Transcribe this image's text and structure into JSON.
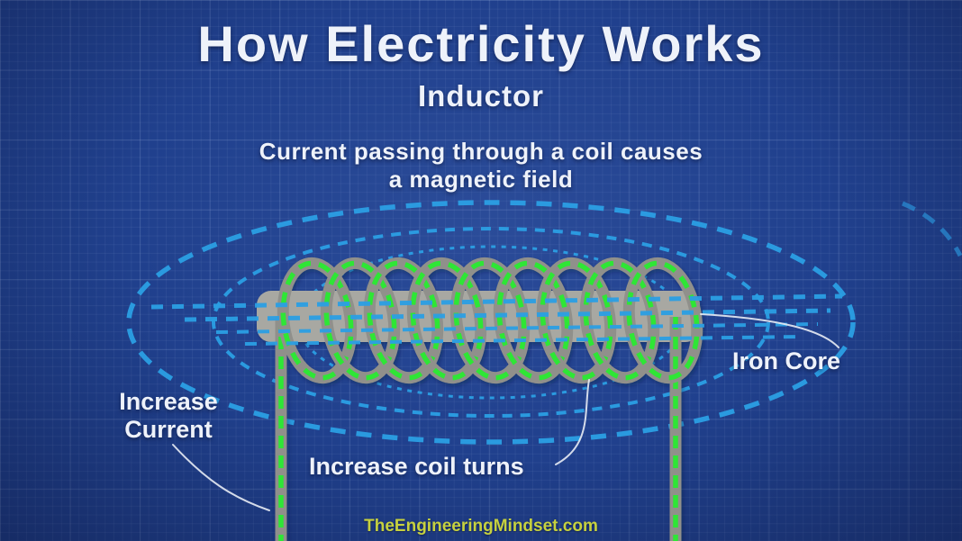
{
  "header": {
    "title": "How Electricity Works",
    "subtitle": "Inductor",
    "caption_line1": "Current passing through a coil causes",
    "caption_line2": "a magnetic field"
  },
  "labels": {
    "iron_core": "Iron Core",
    "increase_current_line1": "Increase",
    "increase_current_line2": "Current",
    "increase_coil_turns": "Increase coil turns"
  },
  "watermark": "TheEngineeringMindset.com",
  "colors": {
    "background_blue": "#20408d",
    "field_line_blue": "#2b9fe4",
    "coil_current_green": "#2fe636",
    "wire_gray": "#90908b",
    "core_gray": "#a8a8a2",
    "label_white": "#eef2fa",
    "leader_line_white": "#e8ecf4",
    "watermark_yellow": "#c6d13f"
  },
  "diagram": {
    "coil_turns": 9,
    "field_loop_count": 3,
    "core_field_line_count": 4,
    "components": [
      "magnetic-field-lines",
      "coil-winding",
      "iron-core",
      "lead-wires"
    ]
  }
}
